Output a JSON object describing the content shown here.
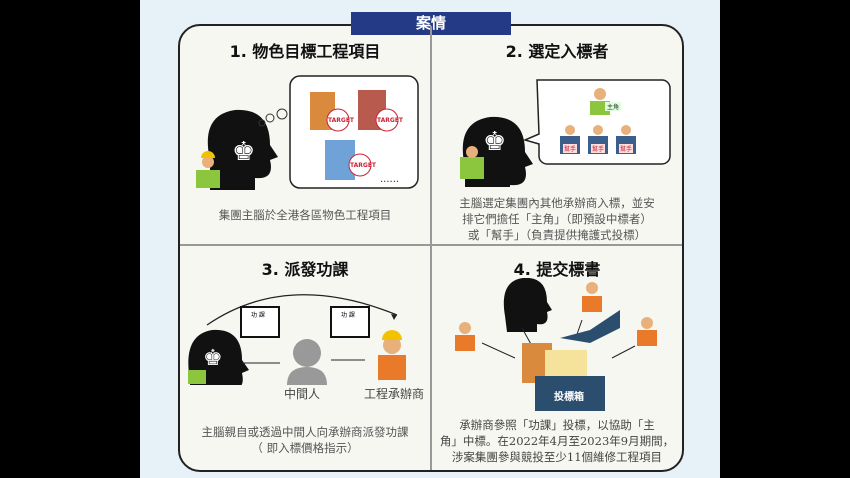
{
  "banner": "案情",
  "steps": [
    {
      "title": "1. 物色目標工程項目",
      "desc": "集團主腦於全港各區物色工程項目",
      "stamp": "TARGET",
      "ellipsis": "......"
    },
    {
      "title": "2. 選定入標者",
      "desc": [
        "主腦選定集團內其他承辦商入標，並安",
        "排它們擔任「主角」（即預設中標者）",
        "或「幫手」（負責提供掩護式投標）"
      ],
      "lead": "主角",
      "helper": "幫手"
    },
    {
      "title": "3. 派發功課",
      "desc": [
        "主腦親自或透過中間人向承辦商派發功課",
        "（ 即入標價格指示）"
      ],
      "middleman": "中間人",
      "contractor": "工程承辦商",
      "sheet": "功 課"
    },
    {
      "title": "4. 提交標書",
      "desc": [
        "承辦商參照「功課」投標，以協助「主",
        "角」中標。在2022年4月至2023年9月期間，",
        "涉案集團參與競投至少11個維修工程項目"
      ],
      "box": "投標箱"
    }
  ]
}
